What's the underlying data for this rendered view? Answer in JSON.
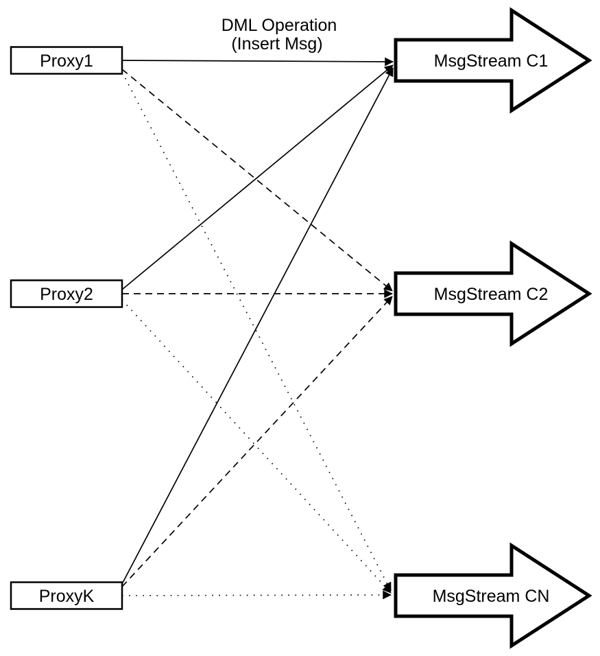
{
  "diagram": {
    "background_color": "#ffffff",
    "ink_color": "#000000",
    "title": {
      "line1": "DML Operation",
      "line2": "(Insert Msg)"
    },
    "proxies": [
      {
        "id": "proxy1",
        "label": "Proxy1"
      },
      {
        "id": "proxy2",
        "label": "Proxy2"
      },
      {
        "id": "proxyk",
        "label": "ProxyK"
      }
    ],
    "streams": [
      {
        "id": "c1",
        "label": "MsgStream C1"
      },
      {
        "id": "c2",
        "label": "MsgStream C2"
      },
      {
        "id": "cn",
        "label": "MsgStream CN"
      }
    ],
    "edges": [
      {
        "from": "proxy1",
        "to": "c1",
        "style": "solid"
      },
      {
        "from": "proxy1",
        "to": "c2",
        "style": "dashed"
      },
      {
        "from": "proxy1",
        "to": "cn",
        "style": "dotted"
      },
      {
        "from": "proxy2",
        "to": "c1",
        "style": "solid"
      },
      {
        "from": "proxy2",
        "to": "c2",
        "style": "dashed"
      },
      {
        "from": "proxy2",
        "to": "cn",
        "style": "dotted"
      },
      {
        "from": "proxyk",
        "to": "c1",
        "style": "solid"
      },
      {
        "from": "proxyk",
        "to": "c2",
        "style": "dashed"
      },
      {
        "from": "proxyk",
        "to": "cn",
        "style": "dotted"
      }
    ]
  }
}
